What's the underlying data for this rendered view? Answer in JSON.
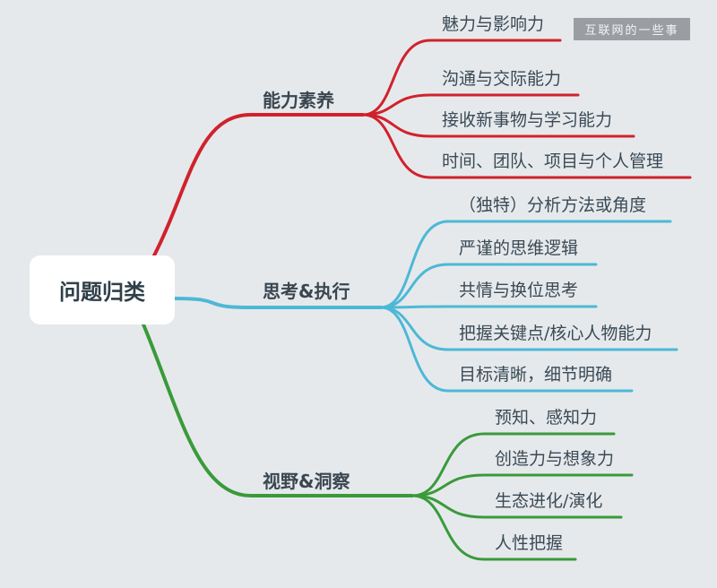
{
  "watermark": "互联网的一些事",
  "root": "问题归类",
  "colors": {
    "red": "#d0222c",
    "blue": "#4db8d6",
    "green": "#3a9a3a",
    "background": "#e6e9ec"
  },
  "branches": [
    {
      "label": "能力素养",
      "color": "#d0222c",
      "children": [
        "魅力与影响力",
        "沟通与交际能力",
        "接收新事物与学习能力",
        "时间、团队、项目与个人管理"
      ]
    },
    {
      "label": "思考&执行",
      "color": "#4db8d6",
      "children": [
        "（独特）分析方法或角度",
        "严谨的思维逻辑",
        "共情与换位思考",
        "把握关键点/核心人物能力",
        "目标清晰，细节明确"
      ]
    },
    {
      "label": "视野&洞察",
      "color": "#3a9a3a",
      "children": [
        "预知、感知力",
        "创造力与想象力",
        "生态进化/演化",
        "人性把握"
      ]
    }
  ]
}
